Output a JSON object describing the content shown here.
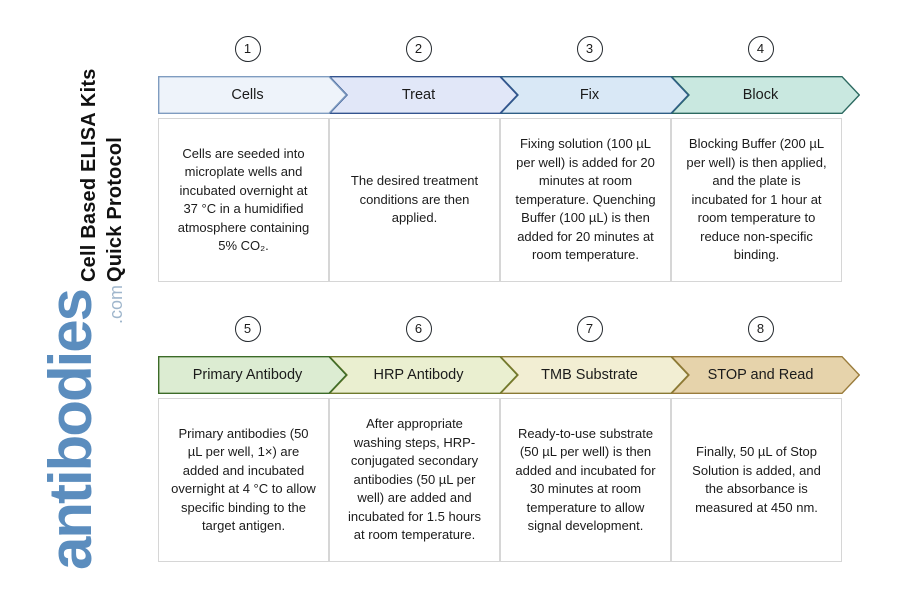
{
  "title": {
    "line1": "Cell Based ELISA Kits",
    "line2": "Quick Protocol"
  },
  "watermark": {
    "word": "antibodies",
    "suffix": ".com",
    "color": "#5b8dbe",
    "suffix_color": "#9fb6cc"
  },
  "rows": [
    {
      "id": "row-1",
      "steps": [
        {
          "number": "1",
          "label": "Cells",
          "fill": "#eef3fa",
          "stroke": "#7f9cc0",
          "text": "Cells are seeded into microplate wells and incubated overnight at 37 °C in a humidified atmosphere containing 5% CO₂."
        },
        {
          "number": "2",
          "label": "Treat",
          "fill": "#e1e7f8",
          "stroke": "#33548f",
          "text": "The desired treatment conditions are then applied."
        },
        {
          "number": "3",
          "label": "Fix",
          "fill": "#d9e8f6",
          "stroke": "#2f5f86",
          "text": "Fixing solution (100 µL per well) is added for 20 minutes at room temperature. Quenching Buffer (100 µL) is then added for 20 minutes at room temperature."
        },
        {
          "number": "4",
          "label": "Block",
          "fill": "#c9e8e0",
          "stroke": "#2c6960",
          "text": "Blocking Buffer (200 µL per well) is then applied, and the plate is incubated for 1 hour at room temperature to reduce non-specific binding."
        }
      ]
    },
    {
      "id": "row-2",
      "steps": [
        {
          "number": "5",
          "label": "Primary Antibody",
          "fill": "#dcecd2",
          "stroke": "#3c6b28",
          "text": "Primary antibodies (50 µL per well, 1×) are added and incubated overnight at 4 °C to allow specific binding to the target antigen."
        },
        {
          "number": "6",
          "label": "HRP Antibody",
          "fill": "#eaefd0",
          "stroke": "#6e7a2c",
          "text": "After appropriate washing steps, HRP-conjugated secondary antibodies (50 µL per well) are added and incubated for 1.5 hours at room temperature."
        },
        {
          "number": "7",
          "label": "TMB Substrate",
          "fill": "#f2eed3",
          "stroke": "#8a7a34",
          "text": "Ready-to-use substrate (50 µL per well) is then added and incubated for 30 minutes at room temperature to allow signal development."
        },
        {
          "number": "8",
          "label": "STOP and Read",
          "fill": "#e6d3ab",
          "stroke": "#9a7c3c",
          "text": "Finally, 50 µL of Stop Solution is added, and the absorbance is measured at 450 nm."
        }
      ]
    }
  ],
  "layout": {
    "segment_width": 171,
    "chevron_notch": 18,
    "box_border": "#d6d6d6"
  }
}
